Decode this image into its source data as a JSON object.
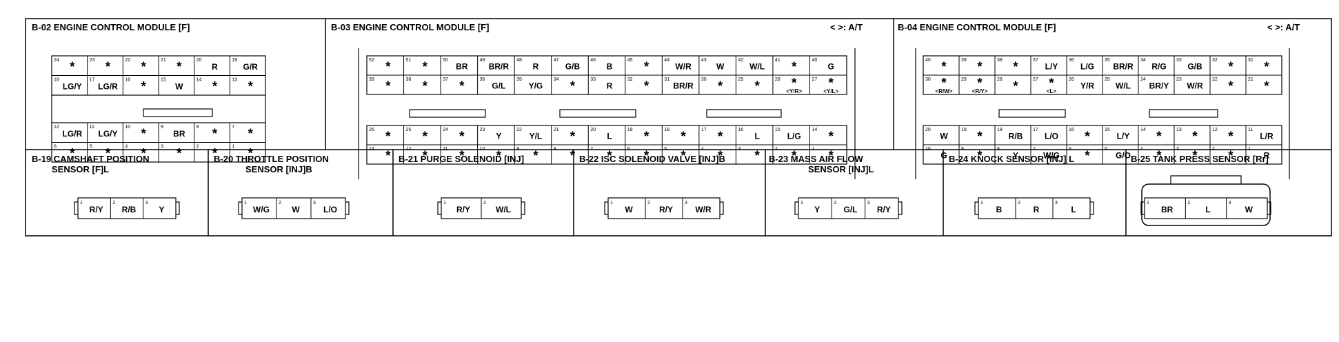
{
  "title_extra_ab": "< >: A/T",
  "b02": {
    "title": "B-02 ENGINE CONTROL MODULE [F]",
    "rows": [
      [
        [
          "24",
          "*"
        ],
        [
          "23",
          "*"
        ],
        [
          "22",
          "*"
        ],
        [
          "21",
          "*"
        ],
        [
          "20",
          "R"
        ],
        [
          "19",
          "G/R"
        ]
      ],
      [
        [
          "18",
          "LG/Y"
        ],
        [
          "17",
          "LG/R"
        ],
        [
          "16",
          "*"
        ],
        [
          "15",
          "W"
        ],
        [
          "14",
          "*"
        ],
        [
          "13",
          "*"
        ]
      ],
      [
        [
          "12",
          "LG/R"
        ],
        [
          "11",
          "LG/Y"
        ],
        [
          "10",
          "*"
        ],
        [
          "9",
          "BR"
        ],
        [
          "8",
          "*"
        ],
        [
          "7",
          "*"
        ]
      ],
      [
        [
          "6",
          "*"
        ],
        [
          "5",
          "*"
        ],
        [
          "4",
          "*"
        ],
        [
          "3",
          "*"
        ],
        [
          "2",
          "*"
        ],
        [
          "1",
          "*"
        ]
      ]
    ]
  },
  "b03": {
    "title": "B-03 ENGINE CONTROL MODULE [F]",
    "extra": "< >: A/T",
    "rows": [
      [
        [
          "52",
          "*"
        ],
        [
          "51",
          "*"
        ],
        [
          "50",
          "BR"
        ],
        [
          "49",
          "BR/R"
        ],
        [
          "48",
          "R"
        ],
        [
          "47",
          "G/B"
        ],
        [
          "46",
          "B"
        ],
        [
          "45",
          "*"
        ],
        [
          "44",
          "W/R"
        ],
        [
          "43",
          "W"
        ],
        [
          "42",
          "W/L"
        ],
        [
          "41",
          "*"
        ],
        [
          "40",
          "G"
        ]
      ],
      [
        [
          "39",
          "*"
        ],
        [
          "38",
          "*"
        ],
        [
          "37",
          "*"
        ],
        [
          "36",
          "G/L"
        ],
        [
          "35",
          "Y/G"
        ],
        [
          "34",
          "*"
        ],
        [
          "33",
          "R"
        ],
        [
          "32",
          "*"
        ],
        [
          "31",
          "BR/R"
        ],
        [
          "30",
          "*"
        ],
        [
          "29",
          "*"
        ],
        [
          "28",
          "*",
          "<Y/R>"
        ],
        [
          "27",
          "*",
          "<Y/L>"
        ]
      ],
      [
        [
          "26",
          "*"
        ],
        [
          "25",
          "*"
        ],
        [
          "24",
          "*"
        ],
        [
          "23",
          "Y"
        ],
        [
          "22",
          "Y/L"
        ],
        [
          "21",
          "*"
        ],
        [
          "20",
          "L"
        ],
        [
          "19",
          "*"
        ],
        [
          "18",
          "*"
        ],
        [
          "17",
          "*"
        ],
        [
          "16",
          "L"
        ],
        [
          "15",
          "L/G"
        ],
        [
          "14",
          "*"
        ]
      ],
      [
        [
          "13",
          "*"
        ],
        [
          "12",
          "*"
        ],
        [
          "11",
          "*"
        ],
        [
          "10",
          "*"
        ],
        [
          "9",
          "*"
        ],
        [
          "8",
          "*"
        ],
        [
          "7",
          "*"
        ],
        [
          "6",
          "*"
        ],
        [
          "5",
          "*"
        ],
        [
          "4",
          "*"
        ],
        [
          "3",
          "*"
        ],
        [
          "2",
          "*"
        ],
        [
          "1",
          "*"
        ]
      ]
    ]
  },
  "b04": {
    "title": "B-04 ENGINE CONTROL MODULE [F]",
    "extra": "< >: A/T",
    "rows": [
      [
        [
          "40",
          "*"
        ],
        [
          "39",
          "*"
        ],
        [
          "38",
          "*"
        ],
        [
          "37",
          "L/Y"
        ],
        [
          "36",
          "L/G"
        ],
        [
          "35",
          "BR/R"
        ],
        [
          "34",
          "R/G"
        ],
        [
          "33",
          "G/B"
        ],
        [
          "32",
          "*"
        ],
        [
          "31",
          "*"
        ]
      ],
      [
        [
          "30",
          "*",
          "<R/W>"
        ],
        [
          "29",
          "*",
          "<R/Y>"
        ],
        [
          "28",
          "*"
        ],
        [
          "27",
          "*",
          "<L>"
        ],
        [
          "26",
          "Y/R"
        ],
        [
          "25",
          "W/L"
        ],
        [
          "24",
          "BR/Y"
        ],
        [
          "23",
          "W/R"
        ],
        [
          "22",
          "*"
        ],
        [
          "21",
          "*"
        ]
      ],
      [
        [
          "20",
          "W"
        ],
        [
          "19",
          "*"
        ],
        [
          "18",
          "R/B"
        ],
        [
          "17",
          "L/O"
        ],
        [
          "16",
          "*"
        ],
        [
          "15",
          "L/Y"
        ],
        [
          "14",
          "*"
        ],
        [
          "13",
          "*"
        ],
        [
          "12",
          "*"
        ],
        [
          "11",
          "L/R"
        ]
      ],
      [
        [
          "10",
          "G"
        ],
        [
          "9",
          "*"
        ],
        [
          "8",
          "Y"
        ],
        [
          "7",
          "W/G"
        ],
        [
          "6",
          "*"
        ],
        [
          "5",
          "G/O"
        ],
        [
          "4",
          "*"
        ],
        [
          "3",
          "*"
        ],
        [
          "2",
          "*"
        ],
        [
          "1",
          "R"
        ]
      ]
    ]
  },
  "small": [
    {
      "title1": "B-19 CAMSHAFT POSITION",
      "title2": "SENSOR [F]L",
      "pins": [
        [
          "1",
          "R/Y"
        ],
        [
          "2",
          "R/B"
        ],
        [
          "3",
          "Y"
        ]
      ]
    },
    {
      "title1": "B-20 THROTTLE POSITION",
      "title2": "SENSOR [INJ]B",
      "pins": [
        [
          "1",
          "W/G"
        ],
        [
          "2",
          "W"
        ],
        [
          "3",
          "L/O"
        ]
      ]
    },
    {
      "title1": "B-21 PURGE SOLENOID [INJ]",
      "title2": "",
      "pins": [
        [
          "1",
          "R/Y"
        ],
        [
          "2",
          "W/L"
        ]
      ]
    },
    {
      "title1": "B-22 ISC SOLENOID VALVE [INJ]B",
      "title2": "",
      "pins": [
        [
          "1",
          "W"
        ],
        [
          "2",
          "R/Y"
        ],
        [
          "3",
          "W/R"
        ]
      ]
    },
    {
      "title1": "B-23 MASS AIR FLOW",
      "title2": "SENSOR [INJ]L",
      "pins": [
        [
          "1",
          "Y"
        ],
        [
          "2",
          "G/L"
        ],
        [
          "3",
          "R/Y"
        ]
      ]
    },
    {
      "title1": "B-24 KNOCK SENSOR [INJ] L",
      "title2": "",
      "pins": [
        [
          "1",
          "B"
        ],
        [
          "2",
          "R"
        ],
        [
          "3",
          "L"
        ]
      ]
    },
    {
      "title1": "B-25 TANK PRESS SENSOR [Rr]",
      "title2": "",
      "pins": [
        [
          "1",
          "BR"
        ],
        [
          "2",
          "L"
        ],
        [
          "3",
          "W"
        ]
      ]
    }
  ]
}
